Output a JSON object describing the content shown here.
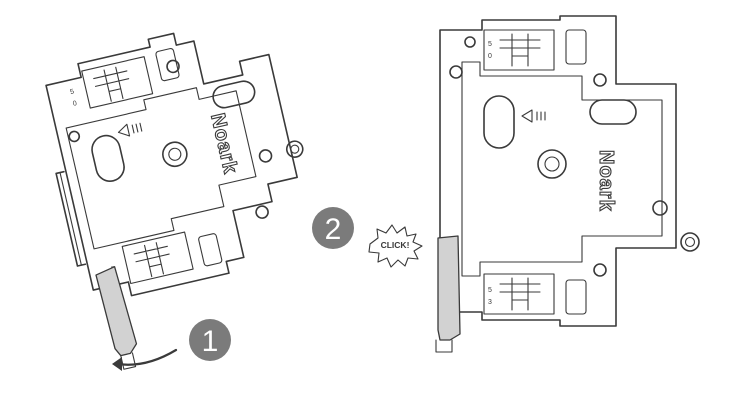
{
  "diagram": {
    "device_brand": "Noark",
    "contact_markings": [
      "5",
      "0",
      "5",
      "3"
    ],
    "click_label": "CLICK!",
    "steps": [
      {
        "number": "1",
        "action": "rotate"
      },
      {
        "number": "2",
        "action": "snap"
      }
    ],
    "colors": {
      "line": "#3a3a3a",
      "step_badge": "#7b7b7b",
      "lever_fill": "#d2d2d2"
    }
  }
}
